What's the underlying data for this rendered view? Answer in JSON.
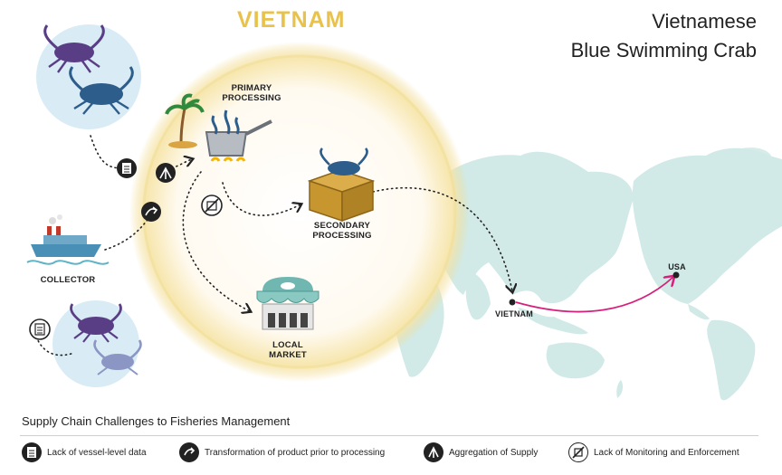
{
  "header": {
    "country": "VIETNAM",
    "title_line1": "Vietnamese",
    "title_line2": "Blue Swimming Crab"
  },
  "nodes": {
    "primary": "PRIMARY\nPROCESSING",
    "primary_l1": "PRIMARY",
    "primary_l2": "PROCESSING",
    "secondary_l1": "SECONDARY",
    "secondary_l2": "PROCESSING",
    "local_l1": "LOCAL",
    "local_l2": "MARKET",
    "collector": "COLLECTOR"
  },
  "map_labels": {
    "origin": "VIETNAM",
    "destination": "USA"
  },
  "legend": {
    "title": "Supply Chain Challenges to Fisheries Management",
    "items": [
      {
        "label": "Lack of vessel-level data",
        "icon": "document-icon"
      },
      {
        "label": "Transformation of product prior to processing",
        "icon": "transform-icon"
      },
      {
        "label": "Aggregation of Supply",
        "icon": "aggregation-icon"
      },
      {
        "label": "Lack of Monitoring and Enforcement",
        "icon": "no-monitoring-icon"
      }
    ]
  },
  "colors": {
    "vietnam_title": "#e8c24a",
    "glow": "#f6e6a8",
    "map": "#cfe9e6",
    "route": "#d6207c",
    "crab_blue": "#2d5d8a",
    "crab_purple": "#5a3e85"
  }
}
